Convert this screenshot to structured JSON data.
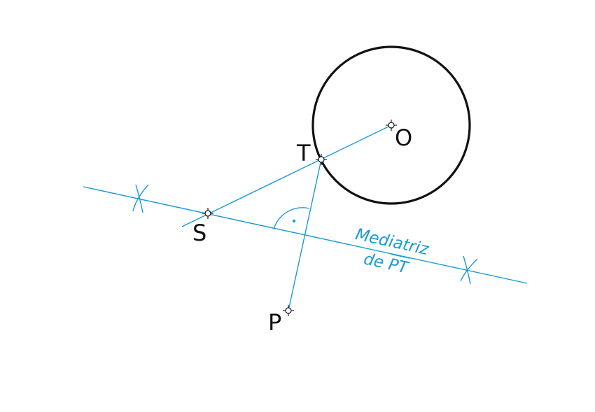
{
  "colors": {
    "construction": "#1a9ad6",
    "circle": "#111111",
    "label": "#111111"
  },
  "labels": {
    "point_o": "O",
    "point_t": "T",
    "point_s": "S",
    "point_p": "P",
    "mediatrix_line1": "Mediatriz",
    "mediatrix_line2_prefix": "de ",
    "mediatrix_segment": "PT"
  }
}
